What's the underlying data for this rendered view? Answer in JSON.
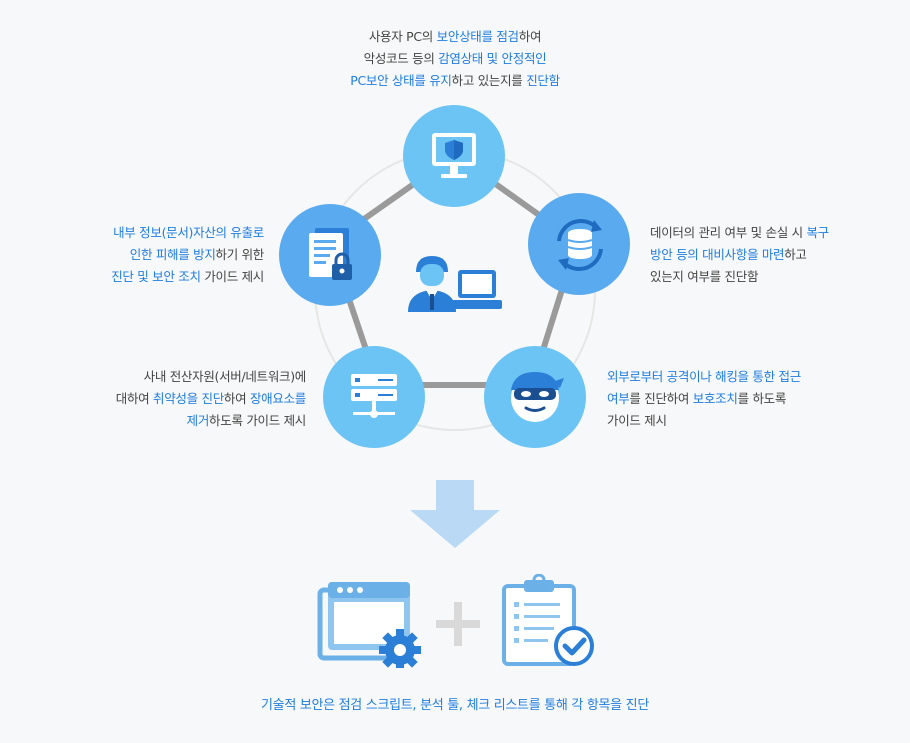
{
  "captions": {
    "top": [
      [
        {
          "t": "사용자 PC의 ",
          "h": false
        },
        {
          "t": "보안상태를 점검",
          "h": true
        },
        {
          "t": "하여",
          "h": false
        }
      ],
      [
        {
          "t": "악성코드 등의 ",
          "h": false
        },
        {
          "t": "감염상태 및 안정적인",
          "h": true
        }
      ],
      [
        {
          "t": "PC보안 상태를 유지",
          "h": true
        },
        {
          "t": "하고 있는지를 ",
          "h": false
        },
        {
          "t": "진단함",
          "h": true
        }
      ]
    ],
    "left_upper": [
      [
        {
          "t": "내부 정보(문서)자산의 유출로",
          "h": true
        }
      ],
      [
        {
          "t": "인한 피해를 방지",
          "h": true
        },
        {
          "t": "하기 위한",
          "h": false
        }
      ],
      [
        {
          "t": "진단 및 보안 조치",
          "h": true
        },
        {
          "t": " 가이드 제시",
          "h": false
        }
      ]
    ],
    "right_upper": [
      [
        {
          "t": "데이터의 관리 여부 및 손실 시 ",
          "h": false
        },
        {
          "t": "복구",
          "h": true
        }
      ],
      [
        {
          "t": "방안 등의 대비사항을 마련",
          "h": true
        },
        {
          "t": "하고",
          "h": false
        }
      ],
      [
        {
          "t": "있는지 여부를 진단함",
          "h": false
        }
      ]
    ],
    "left_lower": [
      [
        {
          "t": "사내 전산자원(서버/네트워크)에",
          "h": false
        }
      ],
      [
        {
          "t": "대하여 ",
          "h": false
        },
        {
          "t": "취약성을 진단",
          "h": true
        },
        {
          "t": "하여 ",
          "h": false
        },
        {
          "t": "장애요소를",
          "h": true
        }
      ],
      [
        {
          "t": "제거",
          "h": true
        },
        {
          "t": "하도록 가이드 제시",
          "h": false
        }
      ]
    ],
    "right_lower": [
      [
        {
          "t": "외부로부터 공격이나 해킹을 통한 접근",
          "h": true
        }
      ],
      [
        {
          "t": "여부",
          "h": true
        },
        {
          "t": "를 진단하여 ",
          "h": false
        },
        {
          "t": "보호조치",
          "h": true
        },
        {
          "t": "를 하도록",
          "h": false
        }
      ],
      [
        {
          "t": "가이드 제시",
          "h": false
        }
      ]
    ]
  },
  "bottom_caption": "기술적 보안은 점검 스크립트, 분석 툴, 체크 리스트를 통해 각 항목을 진단",
  "colors": {
    "highlight": "#1f7de2",
    "node_light": "#6cc4f5",
    "node_mid": "#5aaaf0",
    "ring": "#8e8e8e",
    "arrow": "#b9d9f5"
  },
  "icons": {
    "top": "shield-monitor-icon",
    "right_upper": "database-sync-icon",
    "right_lower": "hacker-icon",
    "left_lower": "server-icon",
    "left_upper": "locked-documents-icon",
    "center": "user-laptop-icon"
  }
}
